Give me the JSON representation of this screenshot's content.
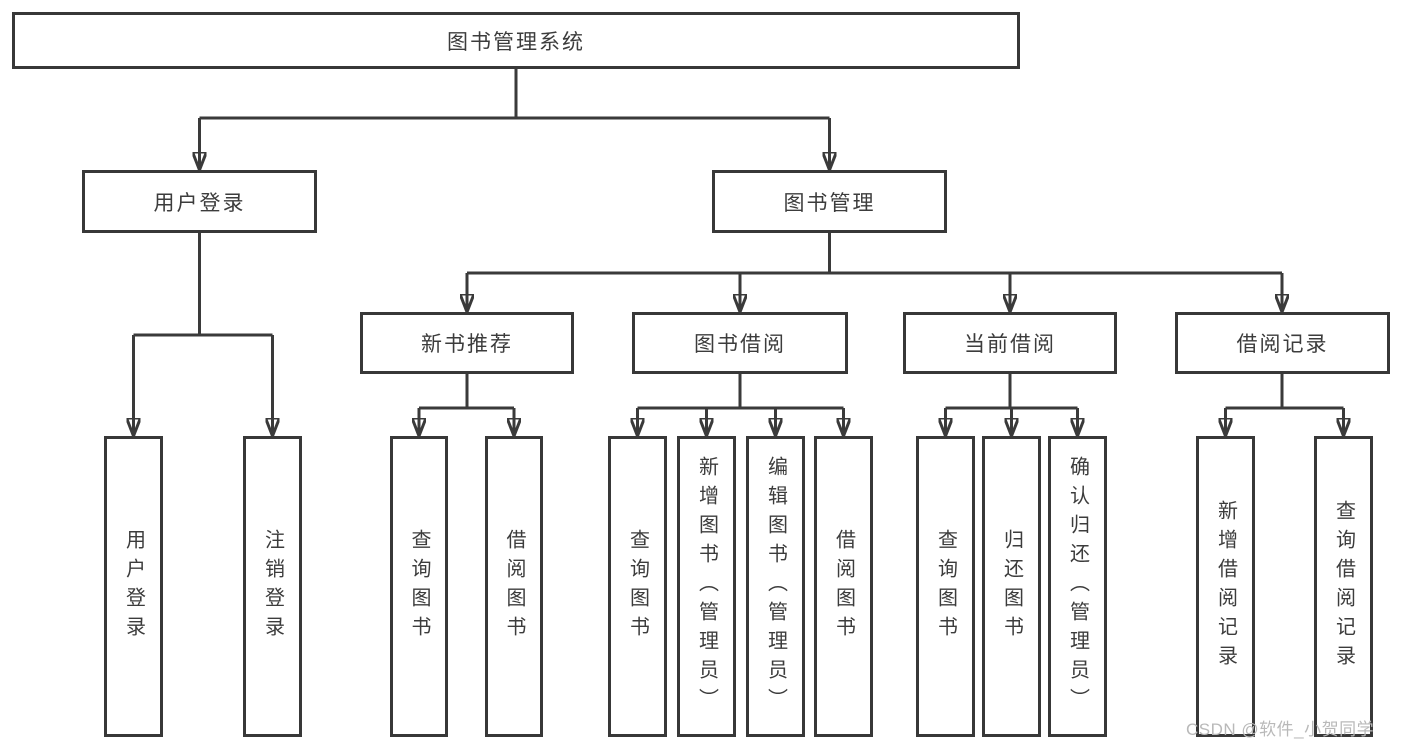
{
  "colors": {
    "line": "#3a3a3a",
    "box_border": "#383838",
    "text": "#3c3c3c",
    "watermark": "#b9b9b9",
    "background": "#ffffff"
  },
  "watermark": "CSDN @软件_小贺同学",
  "tree": {
    "root": {
      "label": "图书管理系统",
      "children": [
        {
          "label": "用户登录",
          "children": [
            {
              "label": "用户登录"
            },
            {
              "label": "注销登录"
            }
          ]
        },
        {
          "label": "图书管理",
          "children": [
            {
              "label": "新书推荐",
              "children": [
                {
                  "label": "查询图书"
                },
                {
                  "label": "借阅图书"
                }
              ]
            },
            {
              "label": "图书借阅",
              "children": [
                {
                  "label": "查询图书"
                },
                {
                  "label": "新增图书（管理员）"
                },
                {
                  "label": "编辑图书（管理员）"
                },
                {
                  "label": "借阅图书"
                }
              ]
            },
            {
              "label": "当前借阅",
              "children": [
                {
                  "label": "查询图书"
                },
                {
                  "label": "归还图书"
                },
                {
                  "label": "确认归还（管理员）"
                }
              ]
            },
            {
              "label": "借阅记录",
              "children": [
                {
                  "label": "新增借阅记录"
                },
                {
                  "label": "查询借阅记录"
                }
              ]
            }
          ]
        }
      ]
    }
  }
}
